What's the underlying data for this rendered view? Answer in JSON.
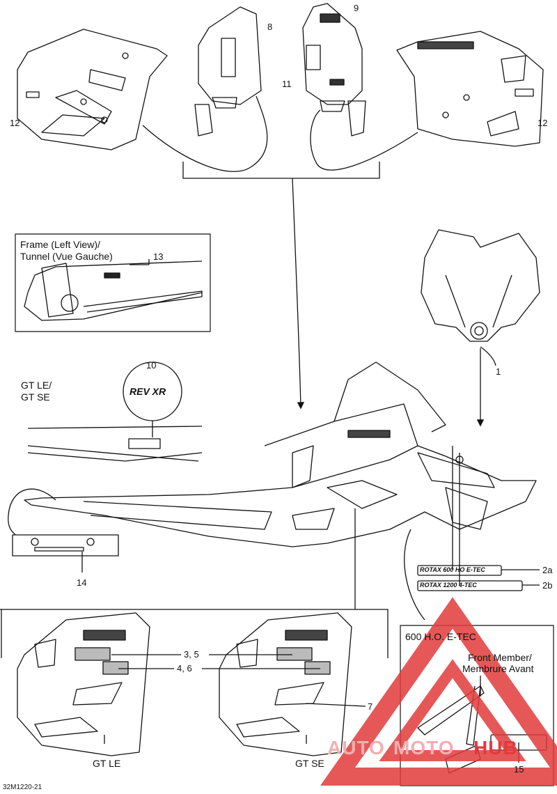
{
  "callouts": {
    "c1": "1",
    "c2a": "2a",
    "c2b": "2b",
    "c35": "3, 5",
    "c46": "4, 6",
    "c7": "7",
    "c8": "8",
    "c9": "9",
    "c10": "10",
    "c11": "11",
    "c12_left": "12",
    "c12_right": "12",
    "c13": "13",
    "c14": "14",
    "c15": "15"
  },
  "boxes": {
    "frame_title_line1": "Frame (Left View)/",
    "frame_title_line2": "Tunnel (Vue Gauche)",
    "engine_title": "600 H.O. E-TEC",
    "front_member_line1": "Front Member/",
    "front_member_line2": "Membrure Avant"
  },
  "variants": {
    "gt_le_se_line1": "GT LE/",
    "gt_le_se_line2": "GT SE",
    "gt_le": "GT LE",
    "gt_se": "GT SE"
  },
  "decals": {
    "rotax_600": "ROTAX 600 HO E-TEC",
    "rotax_1200": "ROTAX 1200 4-TEC",
    "revxr": "REV XR"
  },
  "footer": {
    "part_code": "32M1220-21"
  },
  "watermark": {
    "text_a": "AUTO",
    "text_b": "MOTO",
    "text_c": "HUB",
    "color": "#e23b3b",
    "color_b": "#f2b0b0"
  }
}
